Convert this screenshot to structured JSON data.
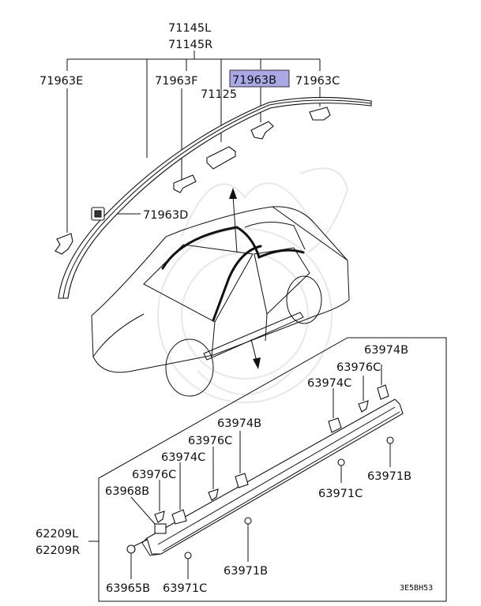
{
  "diagram": {
    "labels": {
      "moulding_l": "71145L",
      "moulding_r": "71145R",
      "clip_e": "71963E",
      "clip_f": "71963F",
      "clip_b": "71963B",
      "clip_c": "71963C",
      "part_71125": "71125",
      "clip_d": "71963D",
      "sill_l": "62209L",
      "sill_r": "62209R",
      "c63974b_a": "63974B",
      "c63976c_a": "63976C",
      "c63974c_a": "63974C",
      "c63974b_b": "63974B",
      "c63976c_b": "63976C",
      "c63974c_b": "63974C",
      "c63976c_c": "63976C",
      "c63968b": "63968B",
      "c63971b_a": "63971B",
      "c63971c_a": "63971C",
      "c63971b_b": "63971B",
      "c63965b": "63965B",
      "c63971c_b": "63971C"
    },
    "highlighted_part": "71963B",
    "highlight_color": "#a9a9e6",
    "diagram_code": "3E5BH53"
  }
}
